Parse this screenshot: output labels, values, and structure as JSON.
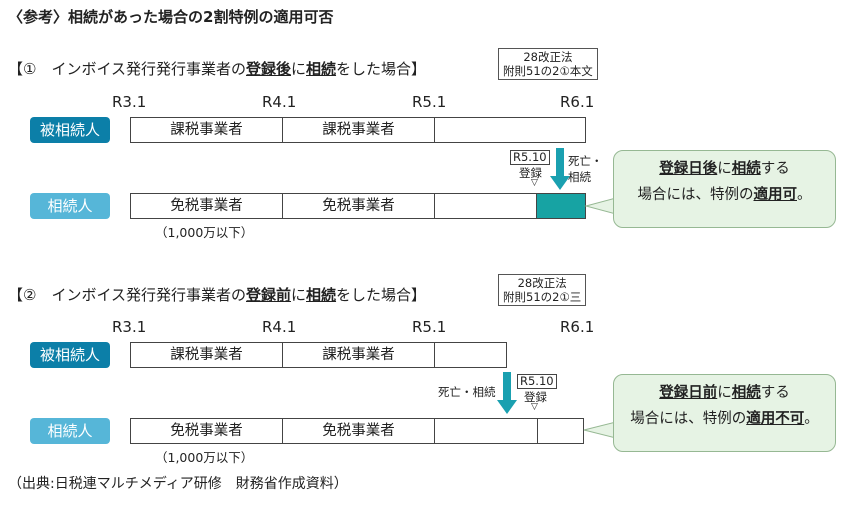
{
  "title": "〈参考〉相続があった場合の2割特例の適用可否",
  "section1": {
    "heading_pre": "【①　インボイス発行発行事業者の",
    "heading_b1": "登録後",
    "heading_mid": "に",
    "heading_b2": "相続",
    "heading_post": "をした場合】",
    "law_line1": "28改正法",
    "law_line2": "附則51の2①本文"
  },
  "section2": {
    "heading_pre": "【②　インボイス発行発行事業者の",
    "heading_b1": "登録前",
    "heading_mid": "に",
    "heading_b2": "相続",
    "heading_post": "をした場合】",
    "law_line1": "28改正法",
    "law_line2": "附則51の2①三"
  },
  "years": [
    "R3.1",
    "R4.1",
    "R5.1",
    "R6.1"
  ],
  "parties": {
    "decedent": "被相続人",
    "heir": "相続人"
  },
  "cells": {
    "taxable": "課税事業者",
    "exempt": "免税事業者"
  },
  "exempt_note": "（1,000万以下）",
  "reg_date": "R5.10",
  "reg_label": "登録",
  "death1_line1": "死亡・",
  "death1_line2": "相続",
  "death2": "死亡・相続",
  "callout1": {
    "b1": "登録日後",
    "mid1": "に",
    "b2": "相続",
    "end1": "する",
    "pre2": "場合には、特例の",
    "b3": "適用可",
    "end2": "。"
  },
  "callout2": {
    "b1": "登録日前",
    "mid1": "に",
    "b2": "相続",
    "end1": "する",
    "pre2": "場合には、特例の",
    "b3": "適用不可",
    "end2": "。"
  },
  "source": "（出典:日税連マルチメディア研修　財務省作成資料）",
  "colors": {
    "decedent": "#0c7fa8",
    "heir": "#56b6d8",
    "heir_period": "#17a3a3",
    "arrow": "#1aa0b0",
    "callout_bg": "#e6f3e4"
  }
}
